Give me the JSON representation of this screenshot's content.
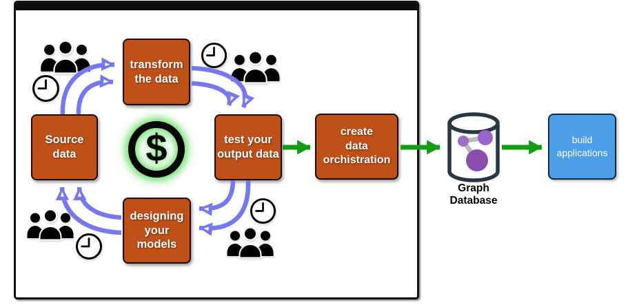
{
  "colors": {
    "step_box_orange": "#BF5118",
    "cycle_arrow_purple": "#7678EE",
    "flow_arrow_green": "#149C14",
    "build_box_blue": "#4D9EE9",
    "db_outline": "#2A3642",
    "db_node_small": "#9A6FC4",
    "db_node_medium": "#9B63C9",
    "db_node_large": "#8A4DAE",
    "dollar_glow": "#3ECF3E"
  },
  "cycle": {
    "source": "Source\ndata",
    "transform": "transform\nthe data",
    "test": "test your\noutput data",
    "designing": "designing\nyour\nmodels",
    "dollar": "$"
  },
  "pipeline": {
    "create": "create\ndata\norchistration",
    "graph_db": "Graph\nDatabase",
    "build": "build\napplications"
  }
}
